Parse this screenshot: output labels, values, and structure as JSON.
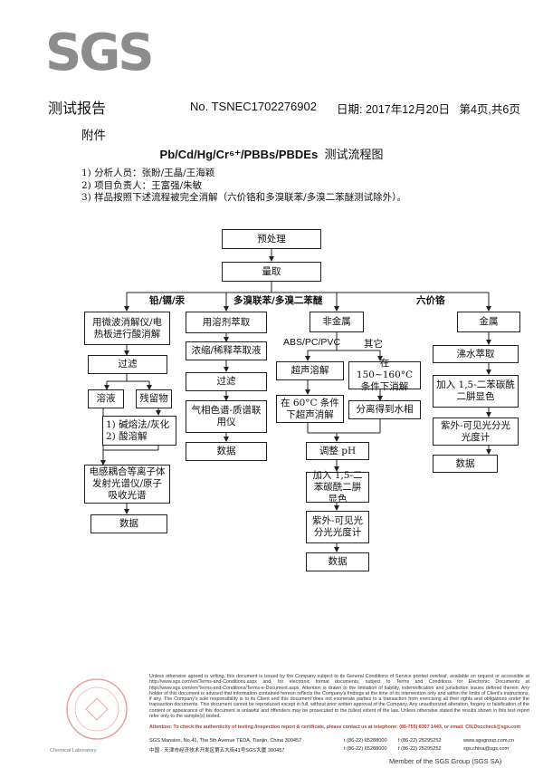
{
  "header": {
    "logo": "SGS",
    "title": "测试报告",
    "report_no": "No. TSNEC1702276902",
    "date": "日期: 2017年12月20日",
    "page": "第4页,共6页"
  },
  "annex": "附件",
  "flow_title": {
    "formula": "Pb/Cd/Hg/Cr⁶⁺/PBBs/PBDEs",
    "label": "测试流程图"
  },
  "notes": [
    "1) 分析人员：张盼/王晶/王海颖",
    "2) 项目负责人：王富强/朱敏",
    "3) 样品按照下述流程被完全消解（六价铬和多溴联苯/多溴二苯醚测试除外）。"
  ],
  "flow": {
    "pretreat": "预处理",
    "weigh": "量取",
    "branch_metal": "铅/镉/汞",
    "branch_pbb": "多溴联苯/多溴二苯醚",
    "branch_cr": "六价铬",
    "digest": "用微波消解仪/电热板进行酸消解",
    "filter": "过滤",
    "solution": "溶液",
    "residue": "残留物",
    "alkali": "1) 碱熔法/灰化\n2) 酸溶解",
    "icp": "电感耦合等离子体发射光谱仪/原子吸收光谱",
    "data1": "数据",
    "solvent": "用溶剂萃取",
    "conc": "浓缩/稀释萃取液",
    "filter2": "过滤",
    "gcms": "气相色谱-质谱联用仪",
    "data2": "数据",
    "nonmetal": "非金属",
    "abs_label": "ABS/PC/PVC",
    "other_label": "其它",
    "ultra": "超声溶解",
    "temp150": "在 150~160°C 条件下消解",
    "temp60": "在 60°C 条件下超声消解",
    "sep": "分离得到水相",
    "ph": "调整 pH",
    "add1": "加入 1,5-二苯碳酰二肼显色",
    "uv1": "紫外-可见光分光光度计",
    "data3": "数据",
    "metal": "金属",
    "boil": "沸水萃取",
    "add2": "加入 1,5-二苯碳酰二肼显色",
    "uv2": "紫外-可见光分光光度计",
    "data4": "数据"
  },
  "footer": {
    "disclaimer": "Unless otherwise agreed in writing, this document is issued by the Company subject to its General Conditions of Service printed overleaf, available on request or accessible at http://www.sgs.com/en/Terms-and-Conditions.aspx and, for electronic format documents, subject to Terms and Conditions for Electronic Documents at http://www.sgs.com/en/Terms-and-Conditions/Terms-e-Document.aspx. Attention is drawn to the limitation of liability, indemnification and jurisdiction issues defined therein. Any holder of this document is advised that information contained hereon reflects the Company's findings at the time of its intervention only and within the limits of Client's instructions, if any. The Company's sole responsibility is to its Client and this document does not exonerate parties to a transaction from exercising all their rights and obligations under the transaction documents. This document cannot be reproduced except in full, without prior written approval of the Company. Any unauthorized alteration, forgery or falsification of the content or appearance of this document is unlawful and offenders may be prosecuted to the fullest extent of the law. Unless otherwise stated the results shown in this test report refer only to the sample(s) tested.",
    "attention": "Attention: To check the authenticity of testing /inspection report & certificate, please contact us at telephone: (86-755) 8307 1443, or email: CN.Doccheck@sgs.com",
    "addr_en": "SGS Mansion, No.41, The 5th Avenue TEDA, Tianjin, China 300457",
    "addr_cn": "中国 · 天津市经济技术开发区第五大街41号SGS大厦 300457",
    "tel1": "t (86-22) 65288000",
    "fax1": "f (86-22) 25295252",
    "tel2": "t (86-22) 65288000",
    "fax2": "f (86-22) 25295252",
    "web": "www.sgsgroup.com.cn",
    "mail": "sgs.china@sgs.com",
    "member": "Member of the SGS Group (SGS SA)",
    "stamp_text": "Chemical Laboratory"
  },
  "colors": {
    "logo": "#8c8c8c",
    "stamp": "#d9534f"
  }
}
